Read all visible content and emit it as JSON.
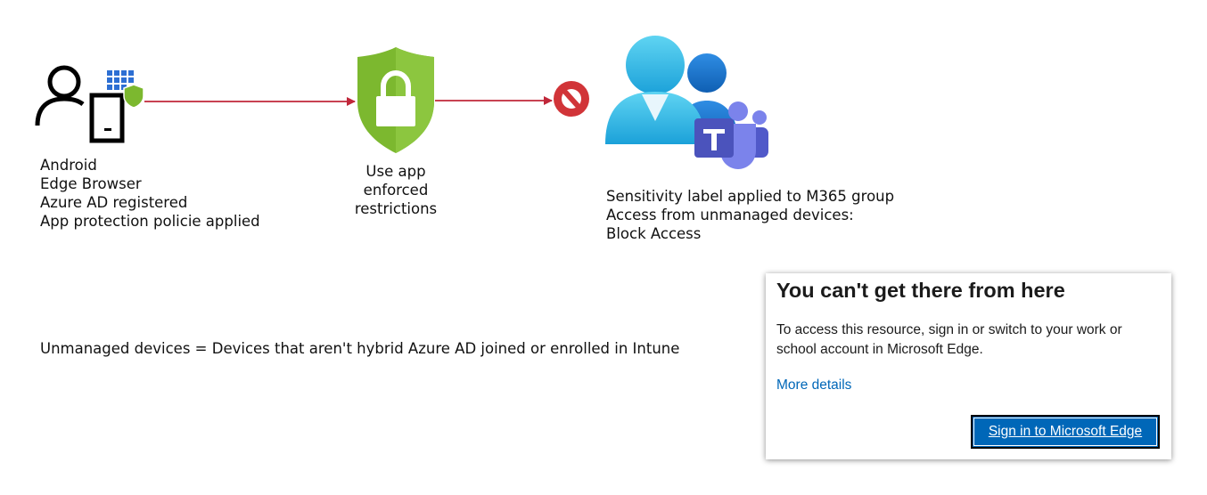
{
  "device": {
    "lines": [
      "Android",
      "Edge Browser",
      "Azure AD registered",
      "App protection policie applied"
    ]
  },
  "policy": {
    "lines": [
      "Use app",
      "enforced",
      "restrictions"
    ]
  },
  "resource": {
    "lines": [
      "Sensitivity label applied to M365 group",
      "Access from unmanaged devices:",
      "Block Access"
    ]
  },
  "definition": "Unmanaged devices = Devices that aren't hybrid Azure AD joined or enrolled in Intune",
  "dialog": {
    "title": "You can't get there from here",
    "body": "To access this resource, sign in or switch to your work or school account in Microsoft Edge.",
    "link": "More details",
    "button": "Sign in to Microsoft Edge"
  },
  "colors": {
    "arrow": "#c0273a",
    "shield_green": "#7cb82f",
    "block_red": "#d13438",
    "edge_blue": "#0067b8",
    "teams_purple": "#5b5fc7"
  },
  "icons": [
    "user-icon",
    "phone-icon",
    "app-grid-icon",
    "shield-icon",
    "lock-shield-icon",
    "block-icon",
    "group-users-icon",
    "teams-icon"
  ]
}
